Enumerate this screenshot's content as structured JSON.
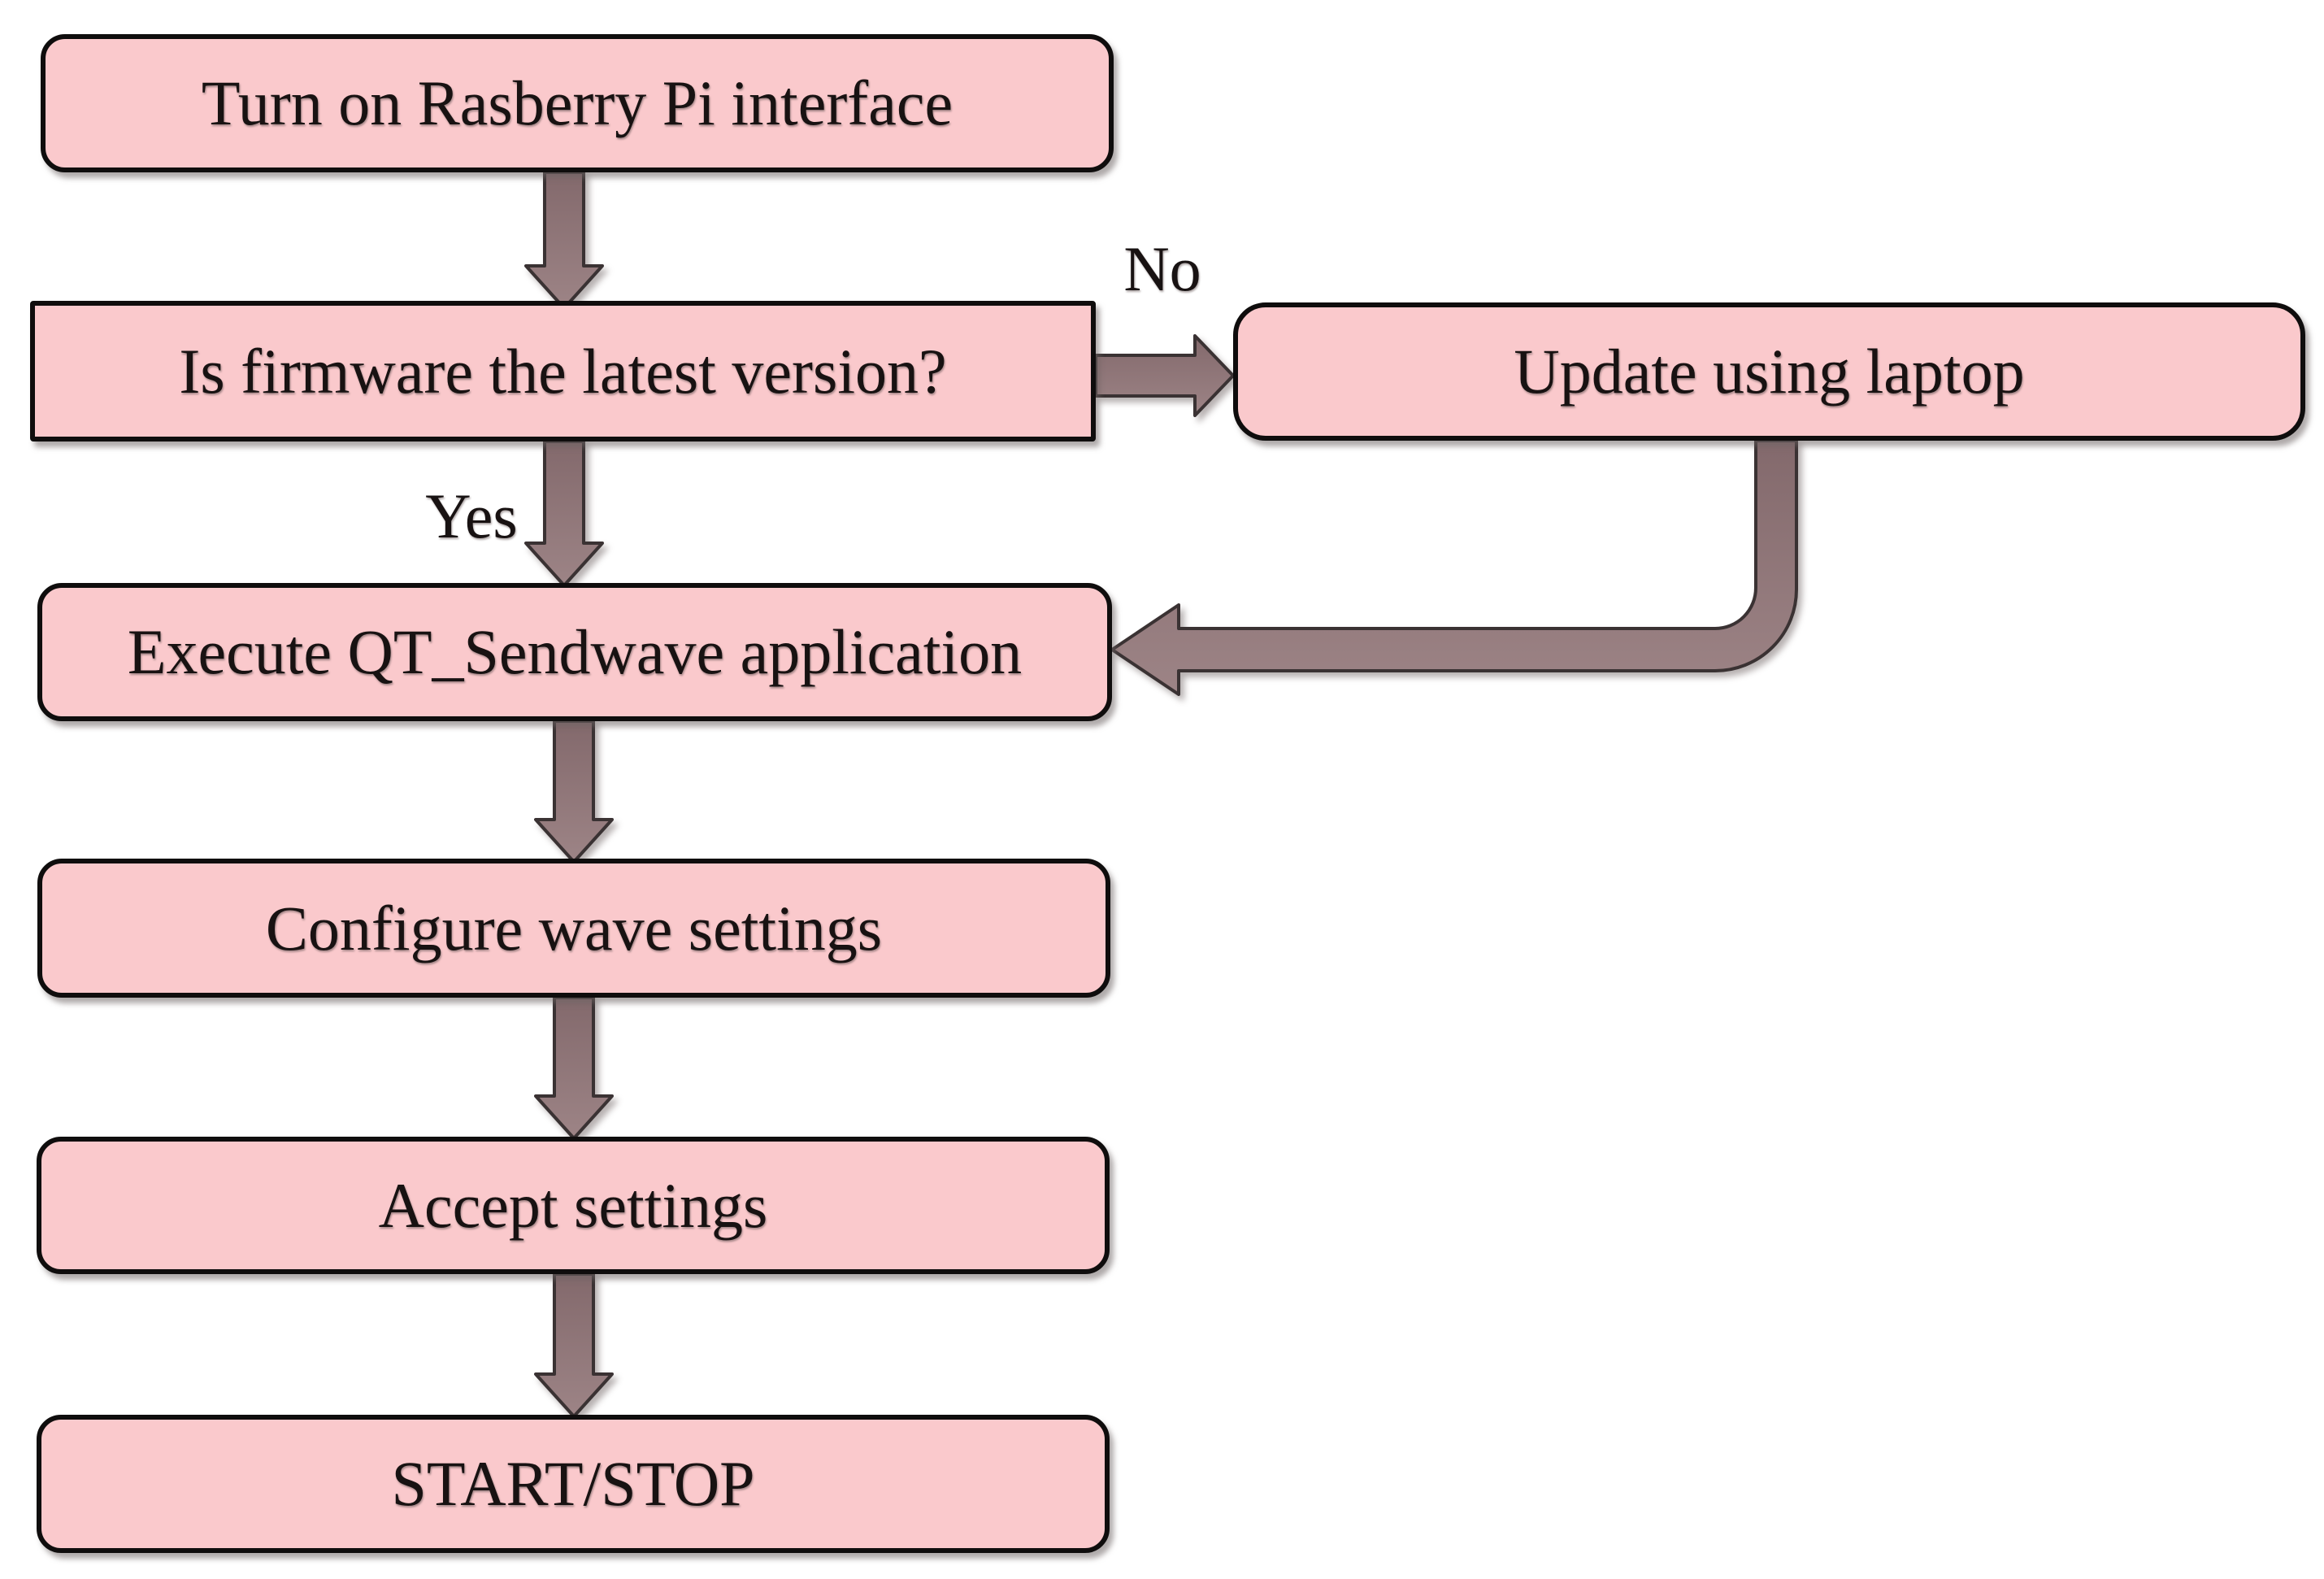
{
  "colors": {
    "background": "#ffffff",
    "node_fill": "#fac9cc",
    "node_border": "#0f0d0d",
    "text": "#181212",
    "arrow_fill_dark": "#83696c",
    "arrow_fill_light": "#9d8486",
    "arrow_stroke": "#3a3233"
  },
  "flowchart": {
    "nodes": {
      "turn_on": {
        "label": "Turn on Rasberry Pi interface",
        "shape": "rounded-rectangle"
      },
      "firmware_check": {
        "label": "Is firmware the latest version?",
        "shape": "rectangle"
      },
      "update_laptop": {
        "label": "Update using laptop",
        "shape": "rounded-rectangle"
      },
      "execute_app": {
        "label": "Execute QT_Sendwave application",
        "shape": "rounded-rectangle"
      },
      "configure_wave": {
        "label": "Configure wave settings",
        "shape": "rounded-rectangle"
      },
      "accept_settings": {
        "label": "Accept settings",
        "shape": "rounded-rectangle"
      },
      "start_stop": {
        "label": "START/STOP",
        "shape": "rounded-rectangle"
      }
    },
    "edges": [
      {
        "from": "turn_on",
        "to": "firmware_check",
        "label": ""
      },
      {
        "from": "firmware_check",
        "to": "update_laptop",
        "label": "No"
      },
      {
        "from": "firmware_check",
        "to": "execute_app",
        "label": "Yes"
      },
      {
        "from": "update_laptop",
        "to": "execute_app",
        "label": ""
      },
      {
        "from": "execute_app",
        "to": "configure_wave",
        "label": ""
      },
      {
        "from": "configure_wave",
        "to": "accept_settings",
        "label": ""
      },
      {
        "from": "accept_settings",
        "to": "start_stop",
        "label": ""
      }
    ]
  }
}
